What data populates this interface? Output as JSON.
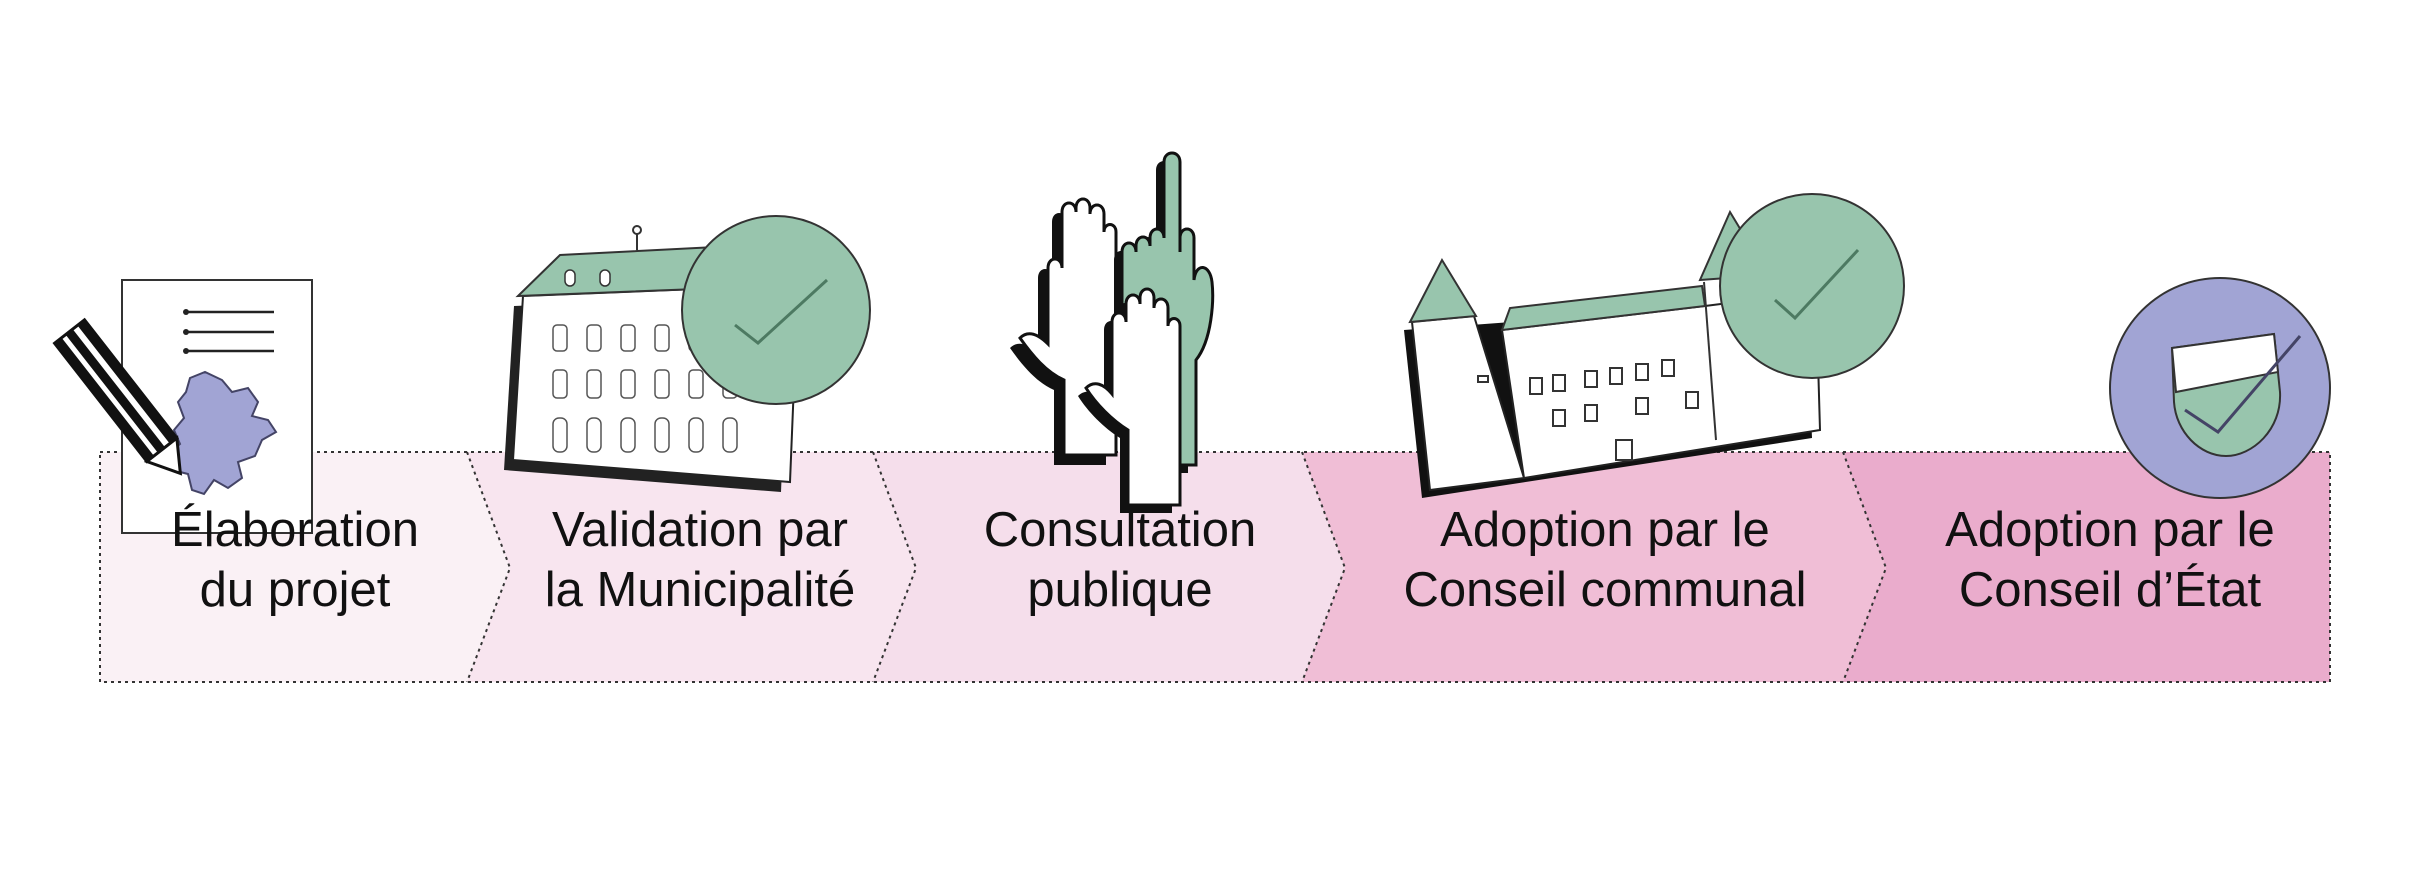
{
  "process": {
    "colors": {
      "step1": "#faf1f5",
      "step2": "#f8e5ef",
      "step3": "#f5deeb",
      "step4": "#f0bed6",
      "step5": "#eaaccc",
      "green": "#98c5ad",
      "lavender": "#a1a4d4",
      "outline": "#111111"
    },
    "steps": [
      {
        "line1": "Élaboration",
        "line2": "du projet",
        "icon": "document-pencil-map-icon"
      },
      {
        "line1": "Validation par",
        "line2": "la Municipalité",
        "icon": "town-hall-check-icon"
      },
      {
        "line1": "Consultation",
        "line2": "publique",
        "icon": "raised-hands-icon"
      },
      {
        "line1": "Adoption par le",
        "line2": "Conseil communal",
        "icon": "castle-check-icon"
      },
      {
        "line1": "Adoption par le",
        "line2": "Conseil d’État",
        "icon": "state-shield-check-icon"
      }
    ]
  }
}
